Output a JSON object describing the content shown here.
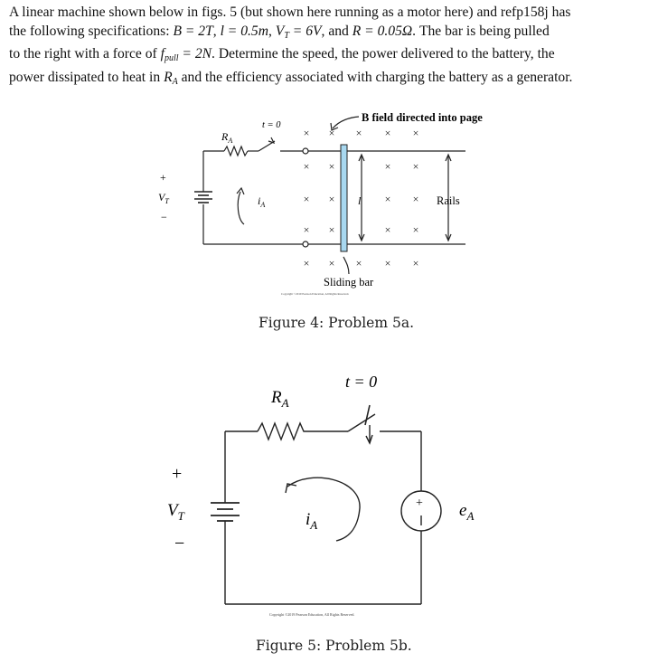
{
  "problem": {
    "line1": "A linear machine shown below in figs. 5 (but shown here running as a motor here) and refp158j has",
    "line2a": "the following specifications: ",
    "B": "B = 2T",
    "l": "l = 0.5m",
    "VT": "V",
    "VT_sub": "T",
    "VT_val": " = 6V",
    "R": "R = 0.05Ω",
    "line2b": ". The bar is being pulled",
    "line3a": "to the right with a force of ",
    "f": "f",
    "f_sub": "pull",
    "f_val": " = 2N",
    "line3b": ". Determine the speed, the power delivered to the battery, the",
    "line4a": "power dissipated to heat in ",
    "RA": "R",
    "RA_sub": "A",
    "line4b": " and the efficiency associated with charging the battery as a generator."
  },
  "figure4": {
    "b_field_label": "B field directed into page",
    "t0": "t = 0",
    "ra": "R",
    "ra_sub": "A",
    "ia": "i",
    "ia_sub": "A",
    "vt": "V",
    "vt_sub": "T",
    "plus": "+",
    "minus": "−",
    "l_label": "l",
    "rails_label": "Rails",
    "sliding_bar_label": "Sliding bar",
    "copyright": "Copyright ©2019 Pearson Education, All Rights Reserved.",
    "caption": "Figure 4: Problem 5a."
  },
  "figure5": {
    "t0": "t = 0",
    "ra": "R",
    "ra_sub": "A",
    "ia": "i",
    "ia_sub": "A",
    "vt": "V",
    "vt_sub": "T",
    "plus": "+",
    "minus": "−",
    "ea": "e",
    "ea_sub": "A",
    "copyright": "Copyright ©2019 Pearson Education, All Rights Reserved.",
    "caption": "Figure 5: Problem 5b."
  }
}
